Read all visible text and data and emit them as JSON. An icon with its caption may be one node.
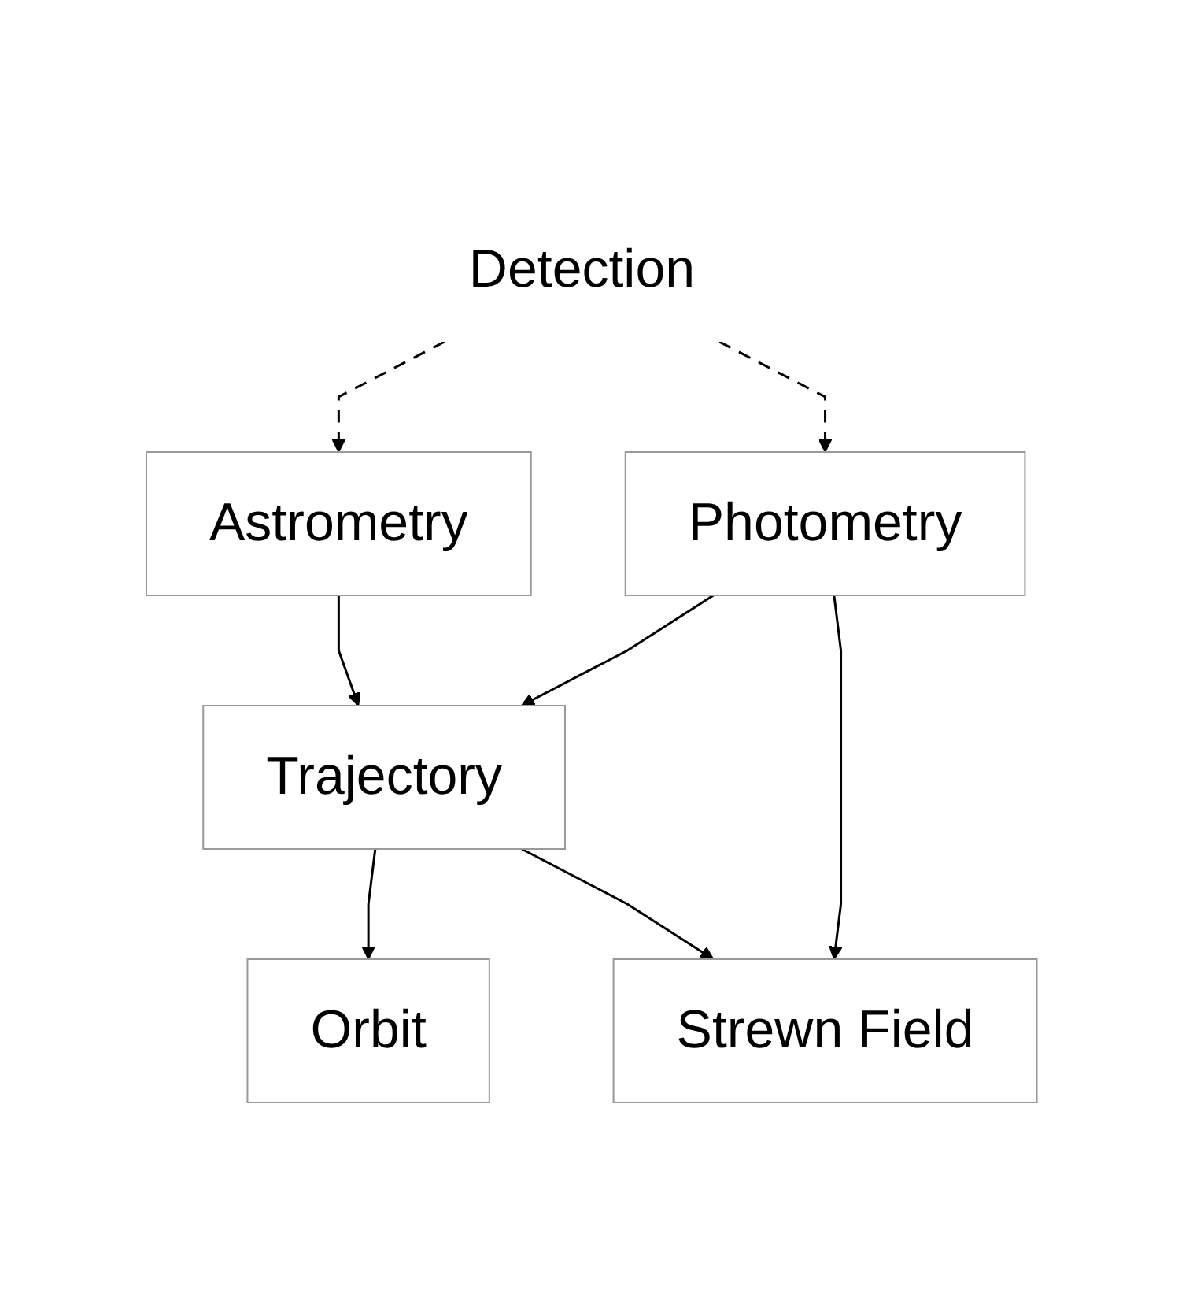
{
  "diagram": {
    "nodes": [
      {
        "text": [
          "Detection"
        ]
      },
      {
        "text": [
          "Astrometry"
        ]
      },
      {
        "text": [
          "Photometry"
        ]
      },
      {
        "text": [
          "Trajectory"
        ]
      },
      {
        "text": [
          "Orbit"
        ]
      },
      {
        "text": [
          "Strewn Field"
        ]
      }
    ],
    "edges": [
      {
        "from": 0,
        "to": 1,
        "arrow": "to",
        "style": "dashed"
      },
      {
        "from": 0,
        "to": 2,
        "arrow": "to",
        "style": "dashed"
      },
      {
        "from": 1,
        "to": 3,
        "arrow": "to"
      },
      {
        "from": 2,
        "to": 3,
        "arrow": "to"
      },
      {
        "from": 3,
        "to": 4,
        "arrow": "to"
      },
      {
        "from": 3,
        "to": 5,
        "arrow": "to"
      },
      {
        "from": 2,
        "to": 5,
        "arrow": "to"
      }
    ]
  }
}
